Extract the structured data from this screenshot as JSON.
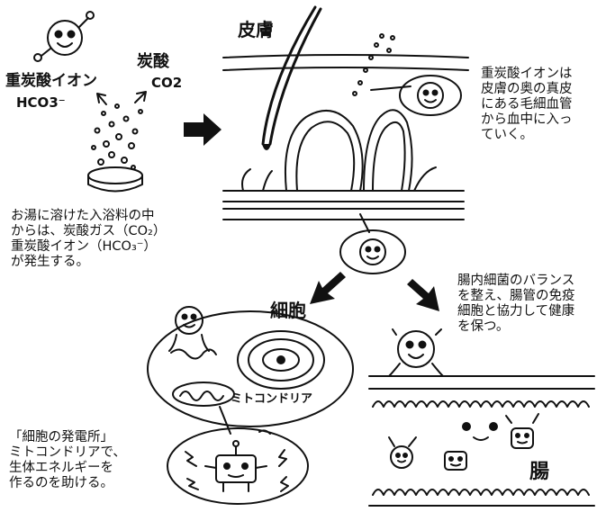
{
  "labels": {
    "bicarbonate_ion": "重炭酸イオン",
    "bicarbonate_formula": "HCO3⁻",
    "carbonic_acid": "炭酸",
    "co2_formula": "CO2",
    "skin": "皮膚",
    "cell": "細胞",
    "mitochondria": "ミトコンドリア",
    "intestine": "腸"
  },
  "captions": {
    "bath": "お湯に溶けた入浴料の中\nからは、炭酸ガス（CO₂）\n重炭酸イオン（HCO₃⁻）\nが発生する。",
    "skin": "重炭酸イオンは\n皮膚の奥の真皮\nにある毛細血管\nから血中に入っ\nていく。",
    "intestine": "腸内細菌のバランス\nを整え、腸管の免疫\n細胞と協力して健康\nを保つ。",
    "cell": "「細胞の発電所」\nミトコンドリアで、\n生体エネルギーを\n作るのを助ける。"
  },
  "colors": {
    "ink": "#111111",
    "paper": "#ffffff"
  }
}
